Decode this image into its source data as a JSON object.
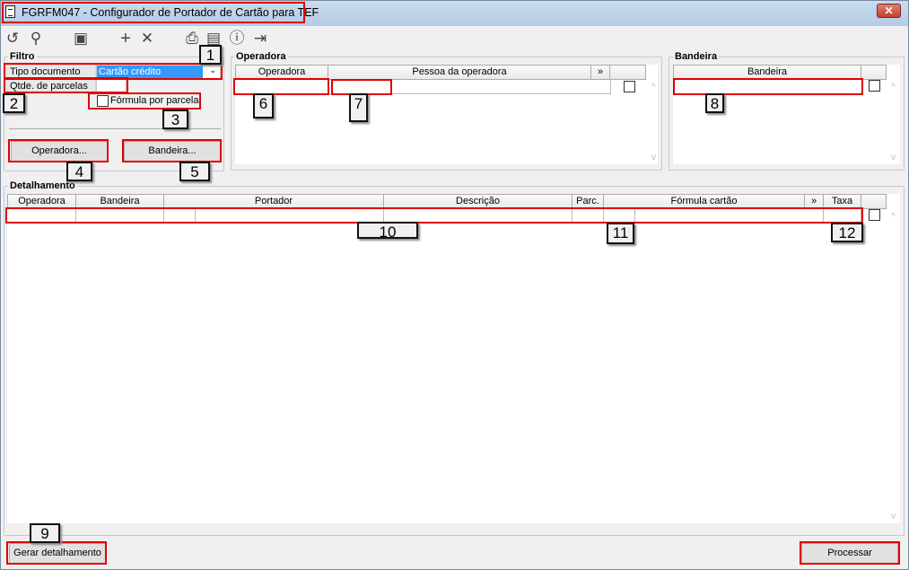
{
  "window": {
    "title": "FGRFM047 - Configurador de Portador de Cartão para TEF",
    "close": "✕"
  },
  "toolbar": {
    "icons": [
      "undo-icon",
      "search-icon",
      "save-icon",
      "add-icon",
      "delete-icon",
      "print-icon",
      "calendar-icon",
      "help-icon",
      "exit-icon"
    ]
  },
  "filtro": {
    "title": "Filtro",
    "tipo_label": "Tipo documento",
    "tipo_value": "Cartão crédito",
    "qtde_label": "Qtde. de parcelas",
    "qtde_value": "",
    "formula_label": "Fórmula por parcela",
    "operadora_btn": "Operadora...",
    "bandeira_btn": "Bandeira..."
  },
  "operadora": {
    "title": "Operadora",
    "columns": [
      "Operadora",
      "Pessoa da operadora",
      "»",
      ""
    ]
  },
  "bandeira": {
    "title": "Bandeira",
    "columns": [
      "Bandeira",
      ""
    ]
  },
  "detalhamento": {
    "title": "Detalhamento",
    "columns": [
      "Operadora",
      "Bandeira",
      "Portador",
      "Descrição",
      "Parc.",
      "Fórmula cartão",
      "»",
      "Taxa",
      ""
    ]
  },
  "buttons": {
    "gerar": "Gerar detalhamento",
    "processar": "Processar"
  },
  "annotations": [
    "1",
    "2",
    "3",
    "4",
    "5",
    "6",
    "7",
    "8",
    "9",
    "10",
    "11",
    "12"
  ],
  "colors": {
    "selection": "#3399ff",
    "highlight": "#e00000"
  }
}
